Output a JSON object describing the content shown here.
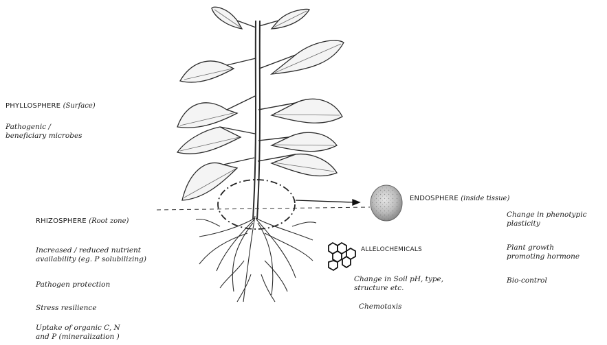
{
  "phyllosphere": {
    "title": "PHYLLOSPHERE",
    "subtitle": "(Surface)",
    "effects": [
      "Pathogenic /\nbeneficiary  microbes"
    ]
  },
  "rhizosphere": {
    "title": "RHIZOSPHERE",
    "subtitle": "(Root zone)",
    "effects": [
      "Increased / reduced nutrient\navailability (eg. P solubilizing)",
      "Pathogen protection",
      "Stress resilience",
      "Uptake of organic C, N\nand P (mineralization )"
    ]
  },
  "endosphere": {
    "title": "ENDOSPHERE",
    "subtitle": "(inside tissue)",
    "effects": [
      "Change in phenotypic\nplasticity",
      "Plant growth\npromoting hormone",
      "Bio-control"
    ]
  },
  "allelochemicals": {
    "title": "ALLELOCHEMICALS",
    "effects": [
      "Change in Soil pH, type,\nstructure etc.",
      "Chemotaxis"
    ]
  },
  "colors": {
    "ink": "#1a1a1a",
    "sketch": "#2b2b2b",
    "background": "#ffffff"
  }
}
